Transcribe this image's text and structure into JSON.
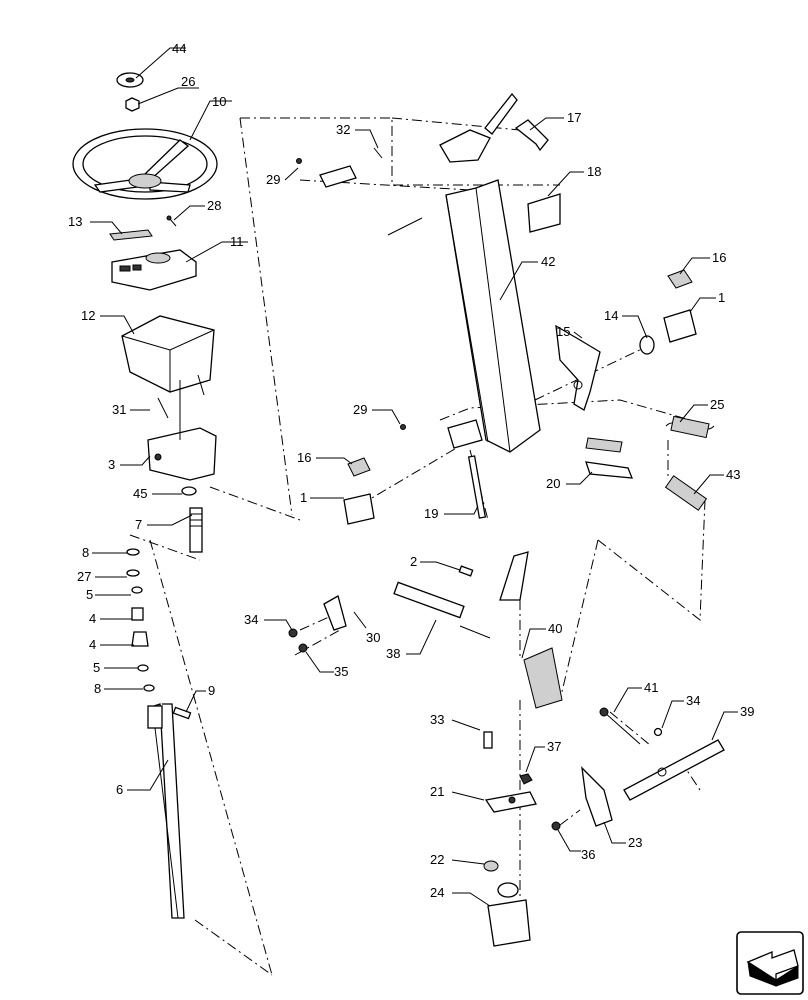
{
  "callouts": [
    {
      "id": "c44",
      "text": "44"
    },
    {
      "id": "c26",
      "text": "26"
    },
    {
      "id": "c10",
      "text": "10"
    },
    {
      "id": "c13",
      "text": "13"
    },
    {
      "id": "c28",
      "text": "28"
    },
    {
      "id": "c11",
      "text": "11"
    },
    {
      "id": "c12",
      "text": "12"
    },
    {
      "id": "c31",
      "text": "31"
    },
    {
      "id": "c3",
      "text": "3"
    },
    {
      "id": "c45",
      "text": "45"
    },
    {
      "id": "c7",
      "text": "7"
    },
    {
      "id": "c8a",
      "text": "8"
    },
    {
      "id": "c27",
      "text": "27"
    },
    {
      "id": "c5a",
      "text": "5"
    },
    {
      "id": "c4a",
      "text": "4"
    },
    {
      "id": "c4b",
      "text": "4"
    },
    {
      "id": "c5b",
      "text": "5"
    },
    {
      "id": "c8b",
      "text": "8"
    },
    {
      "id": "c9",
      "text": "9"
    },
    {
      "id": "c6",
      "text": "6"
    },
    {
      "id": "c32",
      "text": "32"
    },
    {
      "id": "c17",
      "text": "17"
    },
    {
      "id": "c29a",
      "text": "29"
    },
    {
      "id": "c18",
      "text": "18"
    },
    {
      "id": "c42",
      "text": "42"
    },
    {
      "id": "c16a",
      "text": "16"
    },
    {
      "id": "c14",
      "text": "14"
    },
    {
      "id": "c1a",
      "text": "1"
    },
    {
      "id": "c15",
      "text": "15"
    },
    {
      "id": "c25",
      "text": "25"
    },
    {
      "id": "c29b",
      "text": "29"
    },
    {
      "id": "c16b",
      "text": "16"
    },
    {
      "id": "c1b",
      "text": "1"
    },
    {
      "id": "c20",
      "text": "20"
    },
    {
      "id": "c43",
      "text": "43"
    },
    {
      "id": "c19",
      "text": "19"
    },
    {
      "id": "c2",
      "text": "2"
    },
    {
      "id": "c34a",
      "text": "34"
    },
    {
      "id": "c30",
      "text": "30"
    },
    {
      "id": "c38",
      "text": "38"
    },
    {
      "id": "c40",
      "text": "40"
    },
    {
      "id": "c35",
      "text": "35"
    },
    {
      "id": "c41",
      "text": "41"
    },
    {
      "id": "c34b",
      "text": "34"
    },
    {
      "id": "c39",
      "text": "39"
    },
    {
      "id": "c33",
      "text": "33"
    },
    {
      "id": "c37",
      "text": "37"
    },
    {
      "id": "c21",
      "text": "21"
    },
    {
      "id": "c23",
      "text": "23"
    },
    {
      "id": "c36",
      "text": "36"
    },
    {
      "id": "c22",
      "text": "22"
    },
    {
      "id": "c24",
      "text": "24"
    }
  ],
  "icons": {
    "orientation": "orientation-arrow-icon"
  }
}
